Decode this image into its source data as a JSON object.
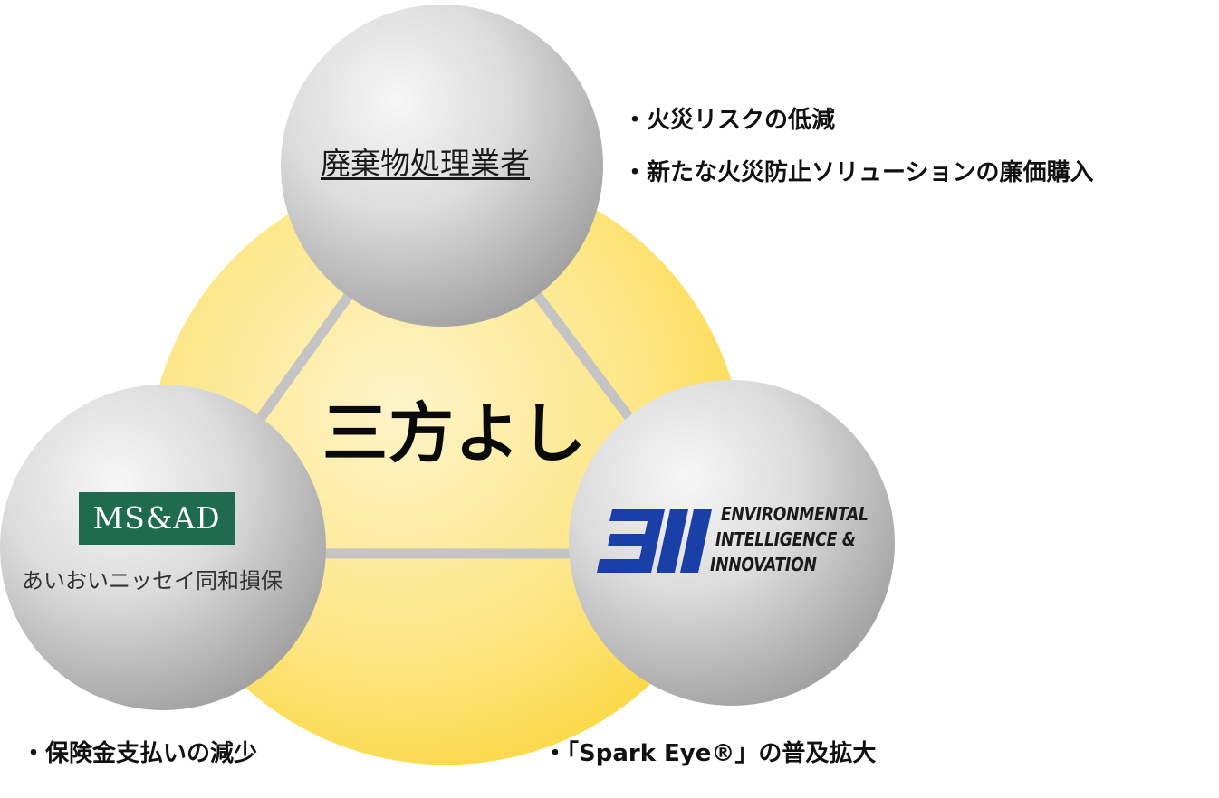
{
  "center_label": "三方よし",
  "nodes": {
    "top": {
      "name": "廃棄物処理業者",
      "benefits": [
        "・火災リスクの低減",
        "・新たな火災防止ソリューションの廉価購入"
      ]
    },
    "left": {
      "logo_text": "MS&AD",
      "logo_subtitle": "あいおいニッセイ同和損保",
      "benefits": [
        "・保険金支払いの減少"
      ]
    },
    "right": {
      "logo_lines": [
        "ENVIRONMENTAL",
        "INTELLIGENCE &",
        "INNOVATION"
      ],
      "benefits": [
        "・「Spark Eye®」の普及拡大"
      ]
    }
  },
  "colors": {
    "triangle_yellow": "#fcd933",
    "triangle_light": "#fdf3c4",
    "connector_gray": "#c4c4c4",
    "sphere_light": "#f4f4f4",
    "sphere_dark": "#9e9e9e",
    "msad_green": "#1f6b4f",
    "eii_blue": "#1a3fa6"
  },
  "icons": {
    "eii_logo": "eii-mark-icon"
  }
}
